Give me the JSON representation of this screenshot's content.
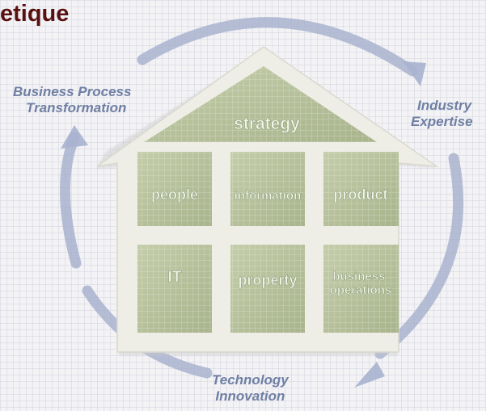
{
  "header": {
    "title": "etique"
  },
  "cycle": {
    "business_process": [
      "Business Process",
      "Transformation"
    ],
    "industry": [
      "Industry",
      "Expertise"
    ],
    "technology": [
      "Technology",
      "Innovation"
    ]
  },
  "house": {
    "roof_label": "strategy",
    "rooms": [
      {
        "label": "people"
      },
      {
        "label": "information"
      },
      {
        "label": "product"
      },
      {
        "label": "IT"
      },
      {
        "label": "property"
      },
      {
        "label": [
          "business",
          "operations"
        ]
      }
    ]
  },
  "colors": {
    "title": "#5a1010",
    "arrow": "#a9b3cf",
    "label": "#6f7fa3",
    "panel": "#b6c19d",
    "house_fill": "#eeeee6"
  }
}
